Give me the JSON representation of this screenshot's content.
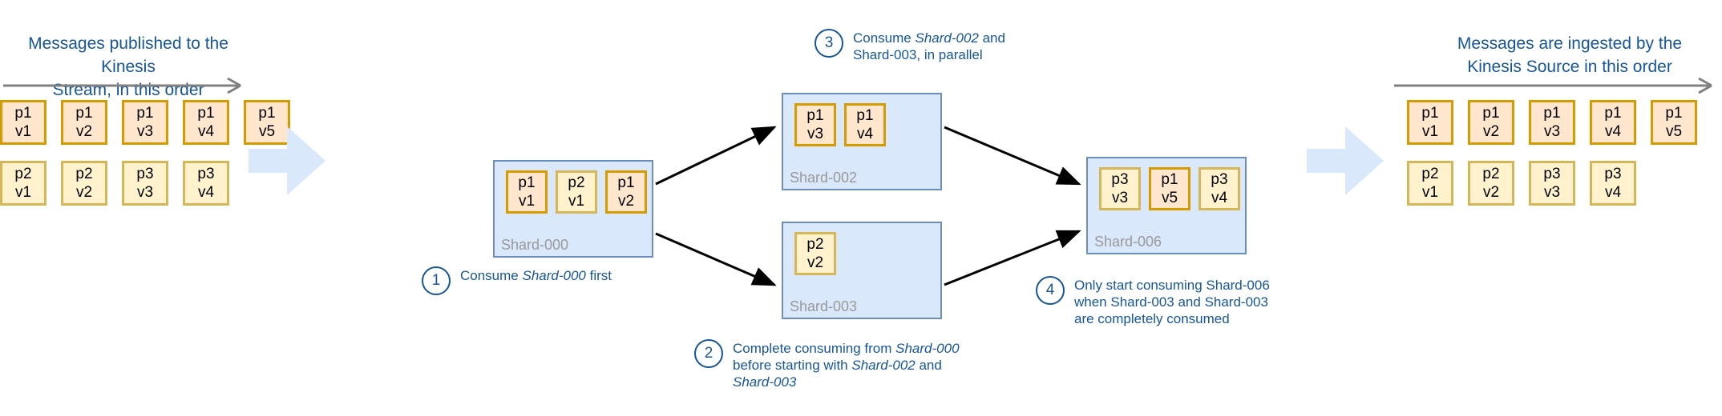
{
  "colors": {
    "heading_blue": "#15569b",
    "card_orange_fill": "#ffe6cc",
    "card_orange_border": "#d79b00",
    "card_yellow_fill": "#fff2cc",
    "card_yellow_border": "#d6b656",
    "shard_fill": "#dae8fc",
    "shard_border": "#6c8ebf",
    "block_arrow_fill": "#dae8fc",
    "order_arrow": "#808080",
    "connector": "#000000",
    "shard_label": "#999999"
  },
  "left_panel": {
    "heading_line1": "Messages published to the Kinesis",
    "heading_line2": "Stream, in this order",
    "order_arrow_name": "order-arrow-right",
    "rows": [
      [
        {
          "p": "p1",
          "v": "v1",
          "tone": "orange"
        },
        {
          "p": "p1",
          "v": "v2",
          "tone": "orange"
        },
        {
          "p": "p1",
          "v": "v3",
          "tone": "orange"
        },
        {
          "p": "p1",
          "v": "v4",
          "tone": "orange"
        },
        {
          "p": "p1",
          "v": "v5",
          "tone": "orange"
        }
      ],
      [
        {
          "p": "p2",
          "v": "v1",
          "tone": "yellow"
        },
        {
          "p": "p2",
          "v": "v2",
          "tone": "yellow"
        },
        {
          "p": "p3",
          "v": "v3",
          "tone": "yellow"
        },
        {
          "p": "p3",
          "v": "v4",
          "tone": "yellow"
        }
      ]
    ]
  },
  "right_panel": {
    "heading_line1": "Messages are ingested by the",
    "heading_line2": "Kinesis Source in this order",
    "order_arrow_name": "order-arrow-right",
    "rows": [
      [
        {
          "p": "p1",
          "v": "v1",
          "tone": "orange"
        },
        {
          "p": "p1",
          "v": "v2",
          "tone": "orange"
        },
        {
          "p": "p1",
          "v": "v3",
          "tone": "orange"
        },
        {
          "p": "p1",
          "v": "v4",
          "tone": "orange"
        },
        {
          "p": "p1",
          "v": "v5",
          "tone": "orange"
        }
      ],
      [
        {
          "p": "p2",
          "v": "v1",
          "tone": "yellow"
        },
        {
          "p": "p2",
          "v": "v2",
          "tone": "yellow"
        },
        {
          "p": "p3",
          "v": "v3",
          "tone": "yellow"
        },
        {
          "p": "p3",
          "v": "v4",
          "tone": "yellow"
        }
      ]
    ]
  },
  "shards": [
    {
      "id": "shard-000",
      "label": "Shard-000",
      "cards": [
        {
          "p": "p1",
          "v": "v1",
          "tone": "orange"
        },
        {
          "p": "p2",
          "v": "v1",
          "tone": "yellow"
        },
        {
          "p": "p1",
          "v": "v2",
          "tone": "orange"
        }
      ]
    },
    {
      "id": "shard-002",
      "label": "Shard-002",
      "cards": [
        {
          "p": "p1",
          "v": "v3",
          "tone": "orange"
        },
        {
          "p": "p1",
          "v": "v4",
          "tone": "orange"
        }
      ]
    },
    {
      "id": "shard-003",
      "label": "Shard-003",
      "cards": [
        {
          "p": "p2",
          "v": "v2",
          "tone": "yellow"
        }
      ]
    },
    {
      "id": "shard-006",
      "label": "Shard-006",
      "cards": [
        {
          "p": "p3",
          "v": "v3",
          "tone": "yellow"
        },
        {
          "p": "p1",
          "v": "v5",
          "tone": "orange"
        },
        {
          "p": "p3",
          "v": "v4",
          "tone": "yellow"
        }
      ]
    }
  ],
  "callouts": [
    {
      "number": "1",
      "html": "Consume <i>Shard-000</i> first",
      "plain": "Consume Shard-000 first"
    },
    {
      "number": "2",
      "html": "Complete consuming from <i>Shard-000</i><br>before starting with <i>Shard-002</i> and<br><i>Shard-003</i>",
      "plain": "Complete consuming from Shard-000 before starting with Shard-002 and Shard-003"
    },
    {
      "number": "3",
      "html": "Consume <i>Shard-002</i> and<br>Shard-003, in parallel",
      "plain": "Consume Shard-002 and Shard-003, in parallel"
    },
    {
      "number": "4",
      "html": "Only start consuming Shard-006<br>when Shard-003 and Shard-003<br>are completely consumed",
      "plain": "Only start consuming Shard-006 when Shard-003 and Shard-003 are completely consumed"
    }
  ],
  "block_arrows": [
    {
      "name": "flow-arrow-left",
      "direction": "right"
    },
    {
      "name": "flow-arrow-right",
      "direction": "right"
    }
  ],
  "connectors": [
    {
      "from": "shard-000",
      "to": "shard-002"
    },
    {
      "from": "shard-000",
      "to": "shard-003"
    },
    {
      "from": "shard-002",
      "to": "shard-006"
    },
    {
      "from": "shard-003",
      "to": "shard-006"
    }
  ]
}
